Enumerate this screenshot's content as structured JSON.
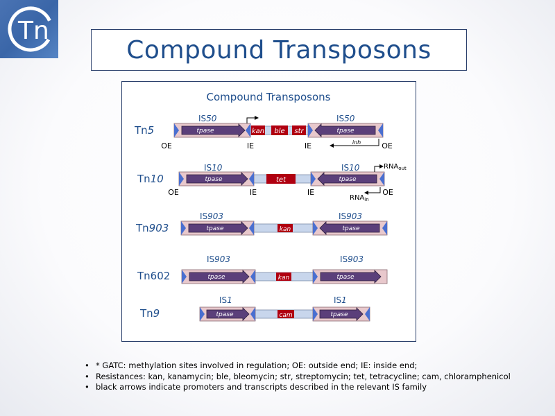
{
  "logo": {
    "text": "Tn"
  },
  "slide_title": "Compound Transposons",
  "diagram": {
    "title": "Compound Transposons",
    "rows": [
      {
        "name_prefix": "Tn",
        "name_num": "5",
        "left_is_prefix": "IS",
        "left_is_num": "50",
        "right_is_prefix": "IS",
        "right_is_num": "50",
        "tpase": "tpase",
        "genes": [
          "kan",
          "ble",
          "str"
        ],
        "ends": [
          "OE",
          "IE",
          "IE",
          "OE"
        ],
        "transcript": "inh"
      },
      {
        "name_prefix": "Tn",
        "name_num": "10",
        "left_is_prefix": "IS",
        "left_is_num": "10",
        "right_is_prefix": "IS",
        "right_is_num": "10",
        "tpase": "tpase",
        "genes": [
          "tet"
        ],
        "ends": [
          "OE",
          "IE",
          "IE",
          "OE"
        ],
        "rna_out_base": "RNA",
        "rna_out_sub": "out",
        "rna_in_base": "RNA",
        "rna_in_sub": "in"
      },
      {
        "name_prefix": "Tn",
        "name_num": "903",
        "left_is_prefix": "IS",
        "left_is_num": "903",
        "right_is_prefix": "IS",
        "right_is_num": "903",
        "tpase": "tpase",
        "genes": [
          "kan"
        ]
      },
      {
        "name_prefix": "Tn",
        "name_num": "602",
        "left_is_prefix": "IS",
        "left_is_num": "903",
        "right_is_prefix": "IS",
        "right_is_num": "903",
        "tpase": "tpase",
        "genes": [
          "kan"
        ]
      },
      {
        "name_prefix": "Tn",
        "name_num": "9",
        "left_is_prefix": "IS",
        "left_is_num": "1",
        "right_is_prefix": "IS",
        "right_is_num": "1",
        "tpase": "tpase",
        "genes": [
          "cam"
        ]
      }
    ]
  },
  "notes": [
    "* GATC: methylation sites involved in regulation; OE: outside end; IE: inside end;",
    "Resistances: kan, kanamycin; ble, bleomycin; str, streptomycin; tet, tetracycline; cam, chloramphenicol",
    "black arrows indicate promoters and transcripts described in the relevant IS family"
  ],
  "colors": {
    "title": "#1f4e8c",
    "is_box": "#e8c8cc",
    "tpase_arrow": "#5b3f7a",
    "gene_box": "#b00010",
    "backbone": "#c8d6ec",
    "end_marker": "#4a6fd0"
  }
}
